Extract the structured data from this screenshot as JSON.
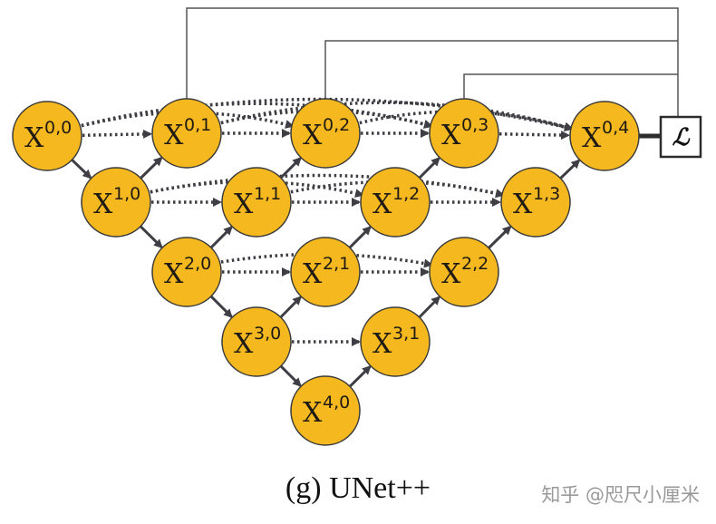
{
  "caption": "(g) UNet++",
  "watermark": "知乎 @咫尺小厘米",
  "loss_symbol": "ℒ",
  "colors": {
    "node_fill": "#F5B91F",
    "node_stroke": "#3a3a3a",
    "edge": "#3e3e44",
    "skip_line": "#555555"
  },
  "nodes": [
    {
      "id": "0,0",
      "base": "X",
      "sup": "0,0"
    },
    {
      "id": "0,1",
      "base": "X",
      "sup": "0,1"
    },
    {
      "id": "0,2",
      "base": "X",
      "sup": "0,2"
    },
    {
      "id": "0,3",
      "base": "X",
      "sup": "0,3"
    },
    {
      "id": "0,4",
      "base": "X",
      "sup": "0,4"
    },
    {
      "id": "1,0",
      "base": "X",
      "sup": "1,0"
    },
    {
      "id": "1,1",
      "base": "X",
      "sup": "1,1"
    },
    {
      "id": "1,2",
      "base": "X",
      "sup": "1,2"
    },
    {
      "id": "1,3",
      "base": "X",
      "sup": "1,3"
    },
    {
      "id": "2,0",
      "base": "X",
      "sup": "2,0"
    },
    {
      "id": "2,1",
      "base": "X",
      "sup": "2,1"
    },
    {
      "id": "2,2",
      "base": "X",
      "sup": "2,2"
    },
    {
      "id": "3,0",
      "base": "X",
      "sup": "3,0"
    },
    {
      "id": "3,1",
      "base": "X",
      "sup": "3,1"
    },
    {
      "id": "4,0",
      "base": "X",
      "sup": "4,0"
    }
  ]
}
